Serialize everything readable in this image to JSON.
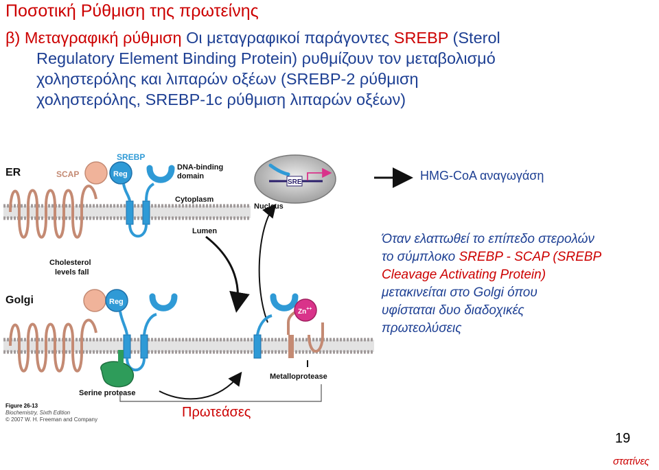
{
  "slide": {
    "title": "Ποσοτική Ρύθμιση της πρωτείνης",
    "intro": {
      "label": "β) Μεταγραφική ρύθμιση",
      "text1": " Οι μεταγραφικοί παράγοντες ",
      "srebp": "SREBP",
      "line1_end": " (Sterol",
      "line2": "Regulatory Element Binding Protein) ρυθμίζουν τον μεταβολισμό",
      "line3": "χοληστερόλης και λιπαρών οξέων (SREBP-2 ρύθμιση",
      "line4": "χοληστερόλης, SREBP-1c ρύθμιση λιπαρών οξέων)"
    },
    "hmg_label": "HMG-CoA αναγωγάση",
    "note": {
      "line1": "Όταν ελαττωθεί το επίπεδο στερολών",
      "line2_a": "το σύμπλοκο ",
      "line2_b": "SREBP -  SCAP (SREBP",
      "line3": "Cleavage Activating Protein)",
      "line4": "μετακινείται στο Golgi όπου",
      "line5": "υφίσταται δυο διαδοχικές",
      "line6": "πρωτεολύσεις"
    },
    "proteases_label": "Πρωτεάσες",
    "page_number": "19",
    "footer": "στατίνες"
  },
  "figure": {
    "labels": {
      "er": "ER",
      "scap": "SCAP",
      "srebp": "SREBP",
      "reg": "Reg",
      "dna_binding": "DNA-binding",
      "domain": "domain",
      "cytoplasm": "Cytoplasm",
      "lumen": "Lumen",
      "nucleus": "Nucleus",
      "sre": "SRE",
      "cholesterol": "Cholesterol",
      "levels_fall": "levels fall",
      "golgi": "Golgi",
      "reg2": "Reg",
      "zn": "Zn",
      "zn_sup": "++",
      "metalloprotease": "Metalloprotease",
      "serine_protease": "Serine protease"
    },
    "caption": {
      "figure": "Figure 26-13",
      "book": "Biochemistry, Sixth Edition",
      "copyright": "© 2007 W. H. Freeman and Company"
    },
    "colors": {
      "membrane_fill": "#e3e3e3",
      "lipid_heads": "#a09a9a",
      "scap_protein": "#c48a73",
      "srebp_protein": "#2f9ad6",
      "reg_domain": "#f0b39a",
      "nucleus": "#b9b9b9",
      "zn_protease": "#d9338a",
      "serine_protease": "#2e9c5a",
      "title_red": "#cc0000",
      "text_blue": "#1d3f93"
    }
  }
}
